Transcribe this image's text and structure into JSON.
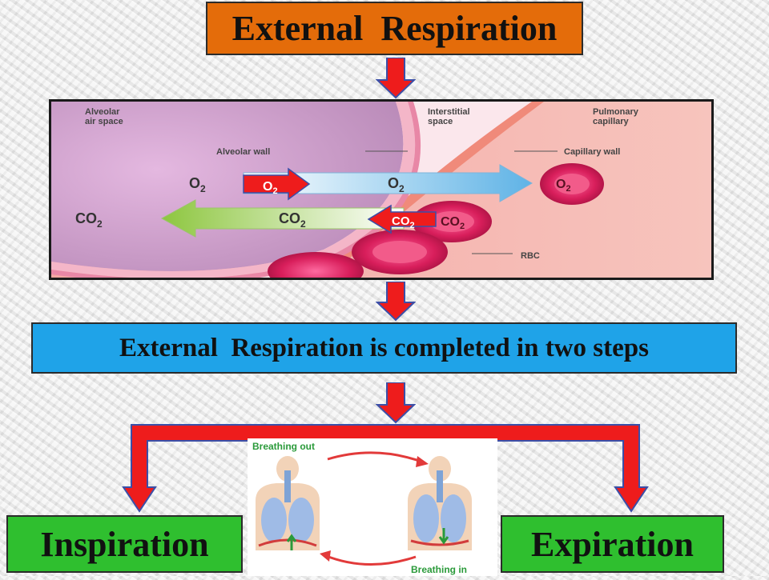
{
  "title": "External  Respiration",
  "diagram": {
    "labels": {
      "alveolar_air_space": [
        "Alveolar",
        "air space"
      ],
      "interstitial_space": [
        "Interstitial",
        "space"
      ],
      "pulmonary_capillary": [
        "Pulmonary",
        "capillary"
      ],
      "alveolar_wall": "Alveolar wall",
      "capillary_wall": "Capillary wall",
      "rbc": "RBC"
    },
    "gases": {
      "o2": "O",
      "co2": "CO",
      "subscript": "2"
    },
    "callouts": {
      "o2": "O",
      "co2": "CO",
      "subscript": "2"
    }
  },
  "steps_text": "External  Respiration is completed in two steps",
  "breathing": {
    "out_label": "Breathing out",
    "in_label": "Breathing in"
  },
  "left_step": "Inspiration",
  "right_step": "Expiration",
  "colors": {
    "title_bg": "#e46c0a",
    "steps_bg": "#1fa3e8",
    "step_box_bg": "#2fbf2f",
    "arrow_red": "#ee1c1c",
    "arrow_blue_border": "#3b4fa8"
  }
}
